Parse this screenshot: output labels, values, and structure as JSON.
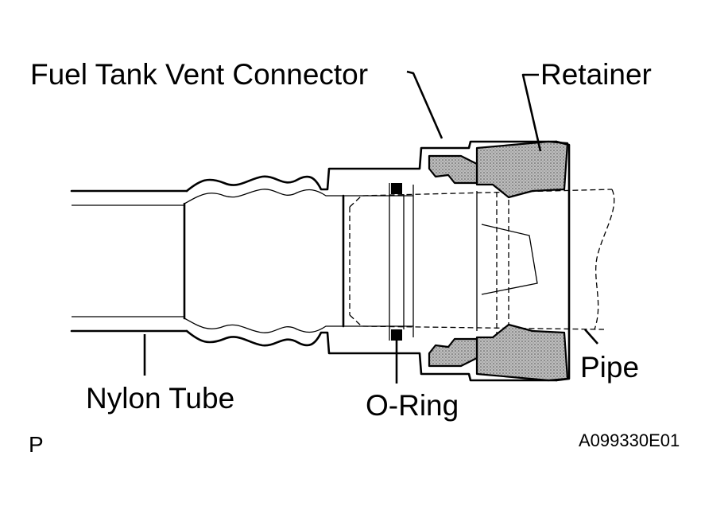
{
  "labels": {
    "connector": "Fuel Tank Vent Connector",
    "retainer": "Retainer",
    "nylon_tube": "Nylon Tube",
    "o_ring": "O-Ring",
    "pipe": "Pipe"
  },
  "footer": {
    "page_letter": "P",
    "figure_code": "A099330E01"
  }
}
